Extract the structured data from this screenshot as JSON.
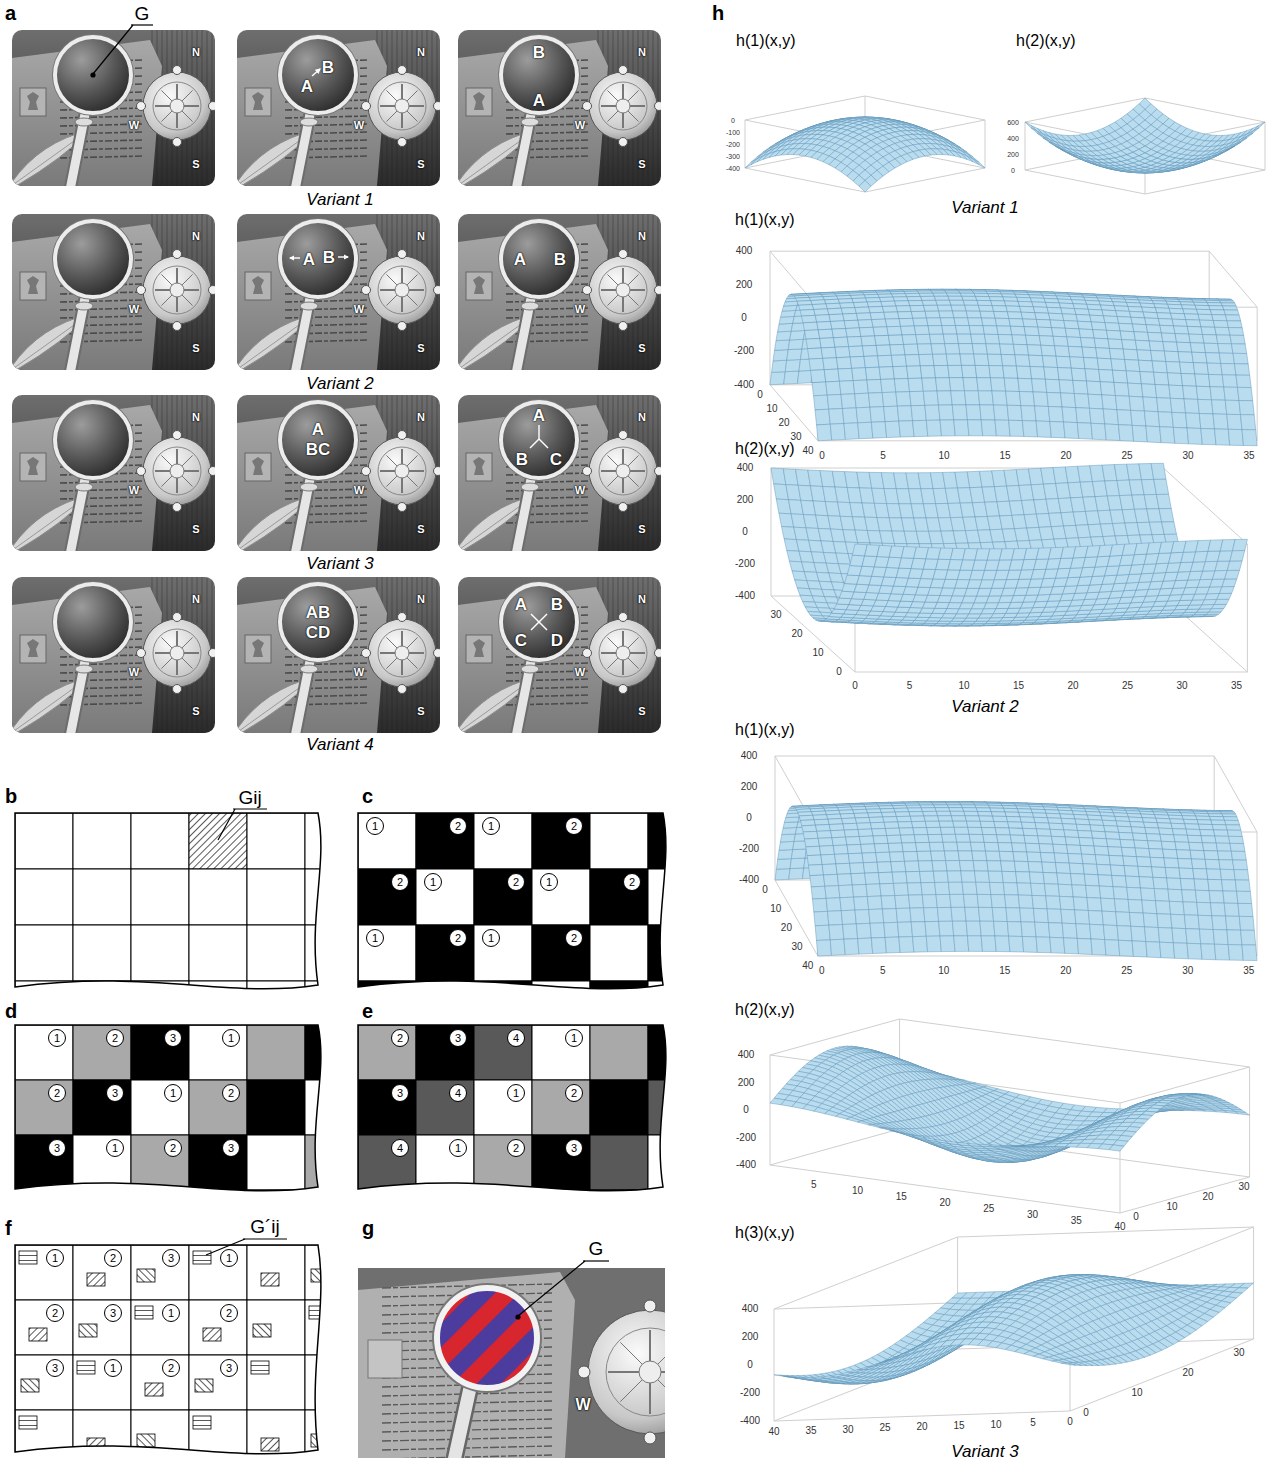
{
  "diagram": {
    "nodes": [
      {
        "text": [
          "N",
          "W",
          "S"
        ]
      },
      {
        "text": [
          "A",
          "B",
          "N",
          "W",
          "S"
        ]
      },
      {
        "text": [
          "B",
          "A",
          "N",
          "W",
          "S"
        ]
      },
      {
        "text": [
          "N",
          "W",
          "S"
        ]
      },
      {
        "text": [
          "A",
          "B",
          "N",
          "W",
          "S"
        ]
      },
      {
        "text": [
          "A",
          "B",
          "N",
          "W",
          "S"
        ]
      },
      {
        "text": [
          "N",
          "W",
          "S"
        ]
      },
      {
        "text": [
          "A",
          "BC",
          "N",
          "W",
          "S"
        ]
      },
      {
        "text": [
          "A",
          "B",
          "C",
          "N",
          "W",
          "S"
        ]
      },
      {
        "text": [
          "N",
          "W",
          "S"
        ]
      },
      {
        "text": [
          "AB",
          "CD",
          "N",
          "W",
          "S"
        ]
      },
      {
        "text": [
          "A",
          "B",
          "C",
          "D",
          "N",
          "W",
          "S"
        ]
      }
    ],
    "labels": [
      "a",
      "G",
      "Variant 1",
      "Variant 2",
      "Variant 3",
      "Variant 4",
      "b",
      "Gij",
      "c",
      "d",
      "e",
      "f",
      "G´ij",
      "g",
      "G",
      "W",
      "h",
      "h(1)(x,y)",
      "h(2)(x,y)",
      "Variant 1",
      "h(1)(x,y)",
      "h(2)(x,y)",
      "Variant 2",
      "h(1)(x,y)",
      "h(2)(x,y)",
      "h(3)(x,y)",
      "Variant 3",
      "1",
      "2",
      "1",
      "2",
      "2",
      "1",
      "2",
      "1",
      "2",
      "1",
      "2",
      "1",
      "2",
      "1",
      "2",
      "3",
      "1",
      "2",
      "3",
      "1",
      "2",
      "3",
      "1",
      "2",
      "3",
      "2",
      "3",
      "4",
      "1",
      "3",
      "4",
      "1",
      "2",
      "4",
      "1",
      "2",
      "3",
      "1",
      "2",
      "3",
      "1",
      "2",
      "3",
      "1",
      "2",
      "3",
      "1",
      "2",
      "3",
      "0",
      "-100",
      "-200",
      "-300",
      "-400",
      "600",
      "400",
      "200",
      "0",
      "400",
      "200",
      "0",
      "-200",
      "-400",
      "0",
      "5",
      "10",
      "15",
      "20",
      "25",
      "30",
      "35",
      "0",
      "10",
      "20",
      "30",
      "40",
      "400",
      "200",
      "0",
      "-200",
      "-400",
      "0",
      "5",
      "10",
      "15",
      "20",
      "25",
      "30",
      "35",
      "0",
      "10",
      "20",
      "30",
      "400",
      "200",
      "0",
      "-200",
      "-400",
      "0",
      "5",
      "10",
      "15",
      "20",
      "25",
      "30",
      "35",
      "0",
      "10",
      "20",
      "30",
      "40",
      "400",
      "200",
      "0",
      "-200",
      "-400",
      "5",
      "10",
      "15",
      "20",
      "25",
      "30",
      "35",
      "40",
      "0",
      "10",
      "20",
      "30",
      "400",
      "200",
      "0",
      "-200",
      "-400",
      "40",
      "35",
      "30",
      "25",
      "20",
      "15",
      "10",
      "5",
      "0",
      "0",
      "10",
      "20",
      "30"
    ]
  }
}
